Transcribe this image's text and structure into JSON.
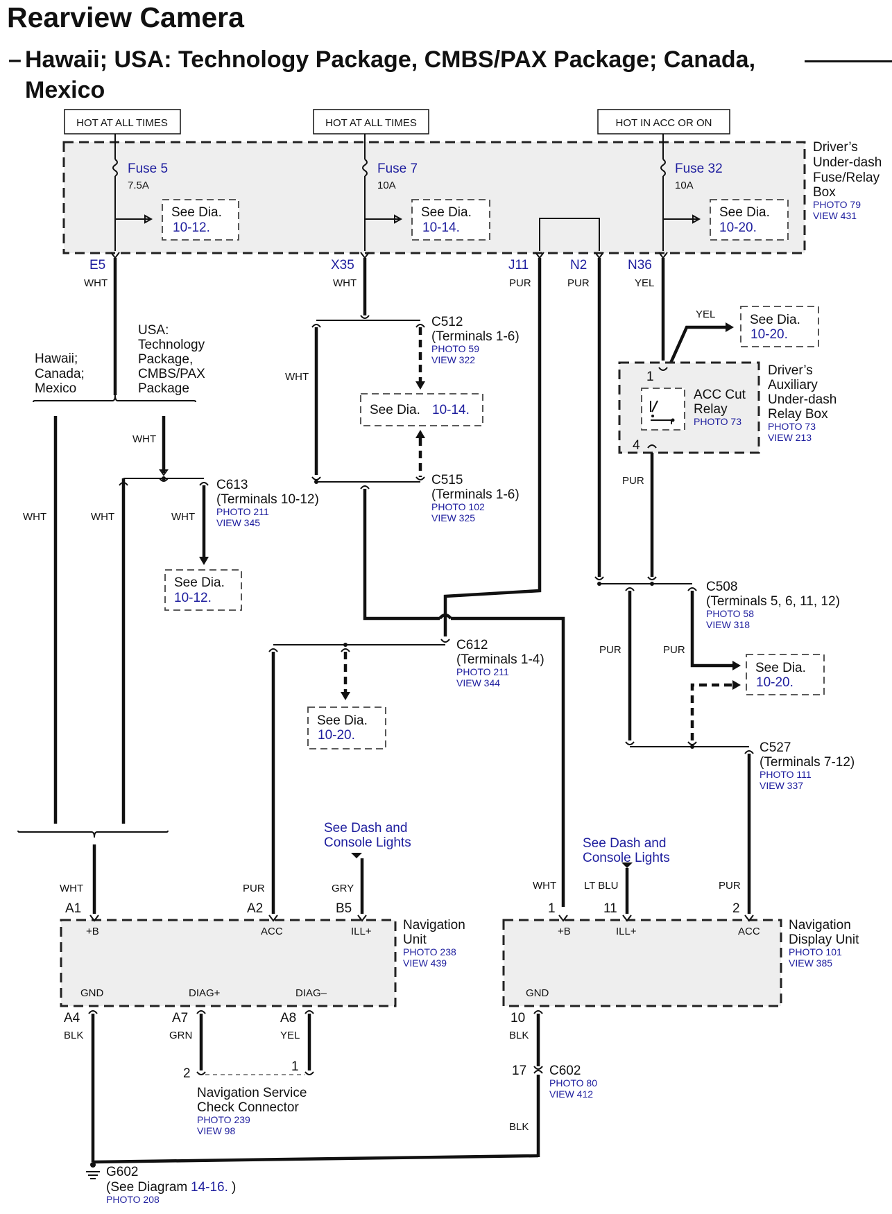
{
  "title": "Rearview Camera",
  "subtitle": "Hawaii; USA: Technology Package, CMBS/PAX Package; Canada, Mexico",
  "subtitle_dash": "–",
  "power": {
    "hot1": "HOT AT ALL TIMES",
    "hot2": "HOT AT ALL TIMES",
    "hot3": "HOT IN ACC OR ON"
  },
  "fusebox": {
    "name": [
      "Driver’s",
      "Under-dash",
      "Fuse/Relay",
      "Box"
    ],
    "photo": "PHOTO 79",
    "view": "VIEW 431",
    "fuses": [
      {
        "name": "Fuse 5",
        "amps": "7.5A",
        "see": "See  Dia.",
        "ref": "10-12."
      },
      {
        "name": "Fuse 7",
        "amps": "10A",
        "see": "See  Dia.",
        "ref": "10-14."
      },
      {
        "name": "Fuse 32",
        "amps": "10A",
        "see": "See  Dia.",
        "ref": "10-20."
      }
    ]
  },
  "terminals": {
    "E5": "E5",
    "X35": "X35",
    "J11": "J11",
    "N2": "N2",
    "N36": "N36"
  },
  "colors": {
    "wht": "WHT",
    "pur": "PUR",
    "yel": "YEL",
    "gry": "GRY",
    "ltblu": "LT BLU",
    "blk": "BLK",
    "grn": "GRN"
  },
  "branch": {
    "left": [
      "Hawaii;",
      "Canada;",
      "Mexico"
    ],
    "right": [
      "USA:",
      "Technology",
      "Package,",
      "CMBS/PAX",
      "Package"
    ]
  },
  "see": {
    "label": "See  Dia.",
    "r1014": "10-14.",
    "r1012": "10-12.",
    "r1020": "10-20."
  },
  "connectors": {
    "c512": {
      "name": "C512",
      "terms": "(Terminals 1-6)",
      "photo": "PHOTO 59",
      "view": "VIEW 322"
    },
    "c515": {
      "name": "C515",
      "terms": "(Terminals 1-6)",
      "photo": "PHOTO 102",
      "view": "VIEW 325"
    },
    "c613": {
      "name": "C613",
      "terms": "(Terminals 10-12)",
      "photo": "PHOTO 211",
      "view": "VIEW 345"
    },
    "c612": {
      "name": "C612",
      "terms": "(Terminals 1-4)",
      "photo": "PHOTO 211",
      "view": "VIEW 344"
    },
    "c508": {
      "name": "C508",
      "terms": "(Terminals 5, 6, 11, 12)",
      "photo": "PHOTO 58",
      "view": "VIEW 318"
    },
    "c527": {
      "name": "C527",
      "terms": "(Terminals 7-12)",
      "photo": "PHOTO 111",
      "view": "VIEW 337"
    },
    "c602": {
      "name": "C602",
      "photo": "PHOTO 80",
      "view": "VIEW 412",
      "pin": "17"
    }
  },
  "relay": {
    "name": [
      "ACC Cut",
      "Relay"
    ],
    "photo": "PHOTO 73",
    "box": [
      "Driver’s",
      "Auxiliary",
      "Under-dash",
      "Relay Box"
    ],
    "box_photo": "PHOTO 73",
    "box_view": "VIEW 213",
    "pin1": "1",
    "pin4": "4"
  },
  "dash_lights": [
    "See Dash and",
    "Console Lights"
  ],
  "nav_unit": {
    "name": [
      "Navigation",
      "Unit"
    ],
    "photo": "PHOTO 238",
    "view": "VIEW 439",
    "pins": {
      "A1": "A1",
      "A2": "A2",
      "B5": "B5",
      "A4": "A4",
      "A7": "A7",
      "A8": "A8"
    },
    "labels": {
      "b": "+B",
      "acc": "ACC",
      "ill": "ILL+",
      "gnd": "GND",
      "diagp": "DIAG+",
      "diagm": "DIAG–"
    }
  },
  "nav_display": {
    "name": [
      "Navigation",
      "Display Unit"
    ],
    "photo": "PHOTO 101",
    "view": "VIEW 385",
    "pins": {
      "p1": "1",
      "p11": "11",
      "p2": "2",
      "p10": "10"
    },
    "labels": {
      "b": "+B",
      "ill": "ILL+",
      "acc": "ACC",
      "gnd": "GND"
    }
  },
  "service_connector": {
    "name": [
      "Navigation Service",
      "Check Connector"
    ],
    "photo": "PHOTO 239",
    "view": "VIEW 98",
    "pin2": "2",
    "pin1": "1"
  },
  "ground": {
    "name": "G602",
    "note_pre": "(See Diagram",
    "note_ref": "14-16.",
    "note_post": ")",
    "photo": "PHOTO 208"
  }
}
